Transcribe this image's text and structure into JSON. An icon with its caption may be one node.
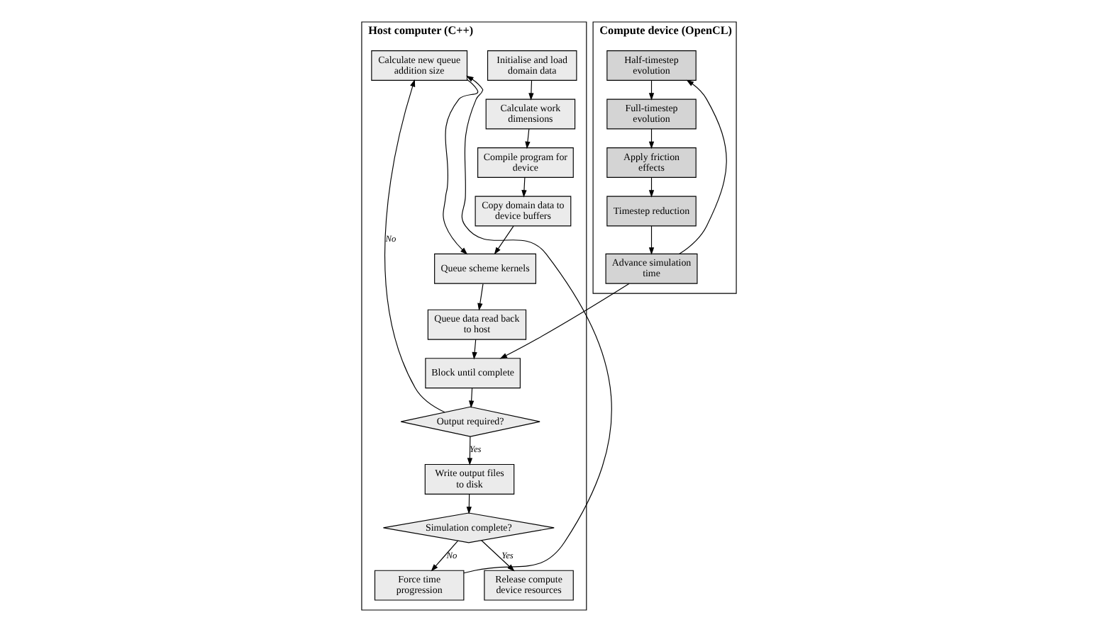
{
  "diagram": {
    "nodes": [
      {
        "text": [
          "Host computer (C++)"
        ]
      },
      {
        "text": [
          "Initialise and load domain data"
        ],
        "in": 0
      },
      {
        "text": [
          "Calculate work dimensions"
        ],
        "in": 0
      },
      {
        "text": [
          "Compile program for device"
        ],
        "in": 0
      },
      {
        "text": [
          "Copy domain data to device buffers"
        ],
        "in": 0
      },
      {
        "text": [
          "Queue scheme kernels"
        ],
        "in": 0
      },
      {
        "text": [
          "Queue data read back to host"
        ],
        "in": 0
      },
      {
        "text": [
          "Block until complete"
        ],
        "in": 0
      },
      {
        "text": [
          "Output required?"
        ],
        "in": 0
      },
      {
        "text": [
          "Calculate new queue addition size"
        ],
        "in": 0
      },
      {
        "text": [
          "Force time progression"
        ],
        "in": 0
      },
      {
        "text": [
          "Write output files to disk"
        ],
        "in": 0
      },
      {
        "text": [
          "Simulation complete?"
        ],
        "in": 0
      },
      {
        "text": [
          "Release compute device resources"
        ],
        "in": 0
      },
      {
        "text": [
          "Compute device (OpenCL)"
        ]
      },
      {
        "text": [
          "Half-timestep evolution"
        ],
        "in": 14
      },
      {
        "text": [
          "Full-timestep evolution"
        ],
        "in": 14
      },
      {
        "text": [
          "Apply friction effects"
        ],
        "in": 14
      },
      {
        "text": [
          "Timestep reduction"
        ],
        "in": 14
      },
      {
        "text": [
          "Advance simulation time"
        ],
        "in": 14
      }
    ],
    "edges": [
      {
        "from": 1,
        "to": 2,
        "arrow": "to"
      },
      {
        "from": 2,
        "to": 3,
        "arrow": "to"
      },
      {
        "from": 3,
        "to": 4,
        "arrow": "to"
      },
      {
        "from": 4,
        "to": 5,
        "arrow": "to"
      },
      {
        "from": 9,
        "to": 5,
        "arrow": "to"
      },
      {
        "from": 5,
        "to": 6,
        "arrow": "to"
      },
      {
        "from": 6,
        "to": 7,
        "arrow": "to"
      },
      {
        "from": 7,
        "to": 8,
        "arrow": "to"
      },
      {
        "from": 8,
        "to": 9,
        "arrow": "to",
        "label": "No"
      },
      {
        "from": 8,
        "to": 11,
        "arrow": "to",
        "label": "Yes"
      },
      {
        "from": 11,
        "to": 12,
        "arrow": "to"
      },
      {
        "from": 12,
        "to": 13,
        "arrow": "to",
        "label": "Yes"
      },
      {
        "from": 12,
        "to": 10,
        "arrow": "to",
        "label": "No"
      },
      {
        "from": 10,
        "to": 9,
        "arrow": "to"
      },
      {
        "from": 19,
        "to": 7,
        "arrow": "to"
      },
      {
        "from": 19,
        "to": 15,
        "arrow": "to"
      },
      {
        "from": 15,
        "to": 16,
        "arrow": "to"
      },
      {
        "from": 16,
        "to": 17,
        "arrow": "to"
      },
      {
        "from": 17,
        "to": 18,
        "arrow": "to"
      },
      {
        "from": 18,
        "to": 19,
        "arrow": "to"
      }
    ]
  }
}
